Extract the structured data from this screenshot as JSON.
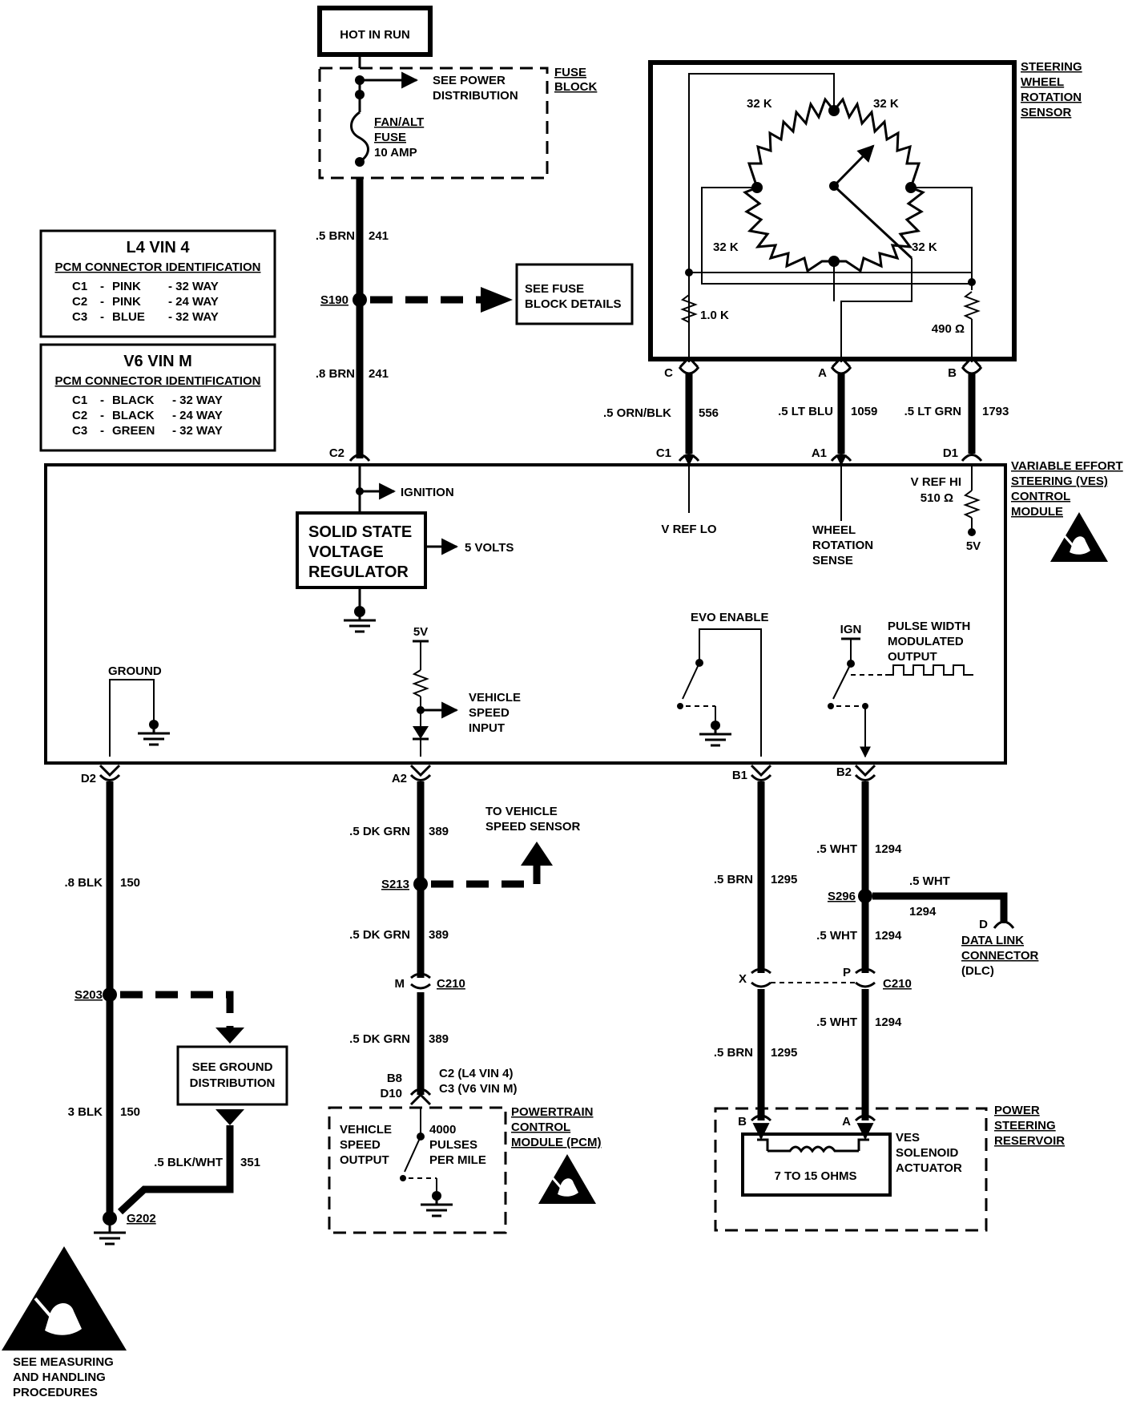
{
  "power": {
    "hot_in_run": "HOT IN RUN",
    "fuse_block": [
      "FUSE",
      "BLOCK"
    ],
    "see_power_distribution": [
      "SEE POWER",
      "DISTRIBUTION"
    ],
    "fuse": [
      "FAN/ALT",
      "FUSE",
      "10 AMP"
    ]
  },
  "wires": {
    "brn_241_upper": ".5 BRN",
    "circuit_241_upper": "241",
    "splice_s190": "S190",
    "see_fuse_block_details": [
      "SEE FUSE",
      "BLOCK DETAILS"
    ],
    "brn_241_lower": ".8 BRN",
    "circuit_241_lower": "241",
    "conn_c2": "C2",
    "orn_blk": ".5 ORN/BLK",
    "circuit_556": "556",
    "lt_blu": ".5 LT BLU",
    "circuit_1059": "1059",
    "lt_grn": ".5 LT GRN",
    "circuit_1793": "1793",
    "conn_c1": "C1",
    "conn_a1": "A1",
    "conn_d1": "D1",
    "sensor_pin_c": "C",
    "sensor_pin_a": "A",
    "sensor_pin_b": "B",
    "conn_d2": "D2",
    "conn_a2": "A2",
    "conn_b1": "B1",
    "conn_b2": "B2",
    "blk_150_upper": ".8 BLK",
    "circuit_150_upper": "150",
    "splice_s203": "S203",
    "blk_150_lower": "3 BLK",
    "circuit_150_lower": "150",
    "blk_wht": ".5 BLK/WHT",
    "circuit_351": "351",
    "ground_g202": "G202",
    "see_ground_distribution": [
      "SEE GROUND",
      "DISTRIBUTION"
    ],
    "dk_grn_1": ".5 DK GRN",
    "circuit_389_1": "389",
    "to_vss": [
      "TO VEHICLE",
      "SPEED SENSOR"
    ],
    "splice_s213": "S213",
    "dk_grn_2": ".5 DK GRN",
    "circuit_389_2": "389",
    "c210_m": "M",
    "c210_label_left": "C210",
    "dk_grn_3": ".5 DK GRN",
    "circuit_389_3": "389",
    "pcm_pins": [
      "B8",
      "D10"
    ],
    "pcm_conns": [
      "C2  (L4  VIN 4)",
      "C3  (V6  VIN M)"
    ],
    "brn_1295_upper": ".5 BRN",
    "circuit_1295_upper": "1295",
    "wht_1294_1": ".5 WHT",
    "circuit_1294_1": "1294",
    "splice_s296": "S296",
    "wht_dlc": ".5 WHT",
    "circuit_1294_dlc": "1294",
    "dlc_pin": "D",
    "dlc_label": [
      "DATA LINK",
      "CONNECTOR",
      "(DLC)"
    ],
    "wht_1294_2": ".5 WHT",
    "circuit_1294_2": "1294",
    "c210_x": "X",
    "c210_p": "P",
    "c210_label_right": "C210",
    "wht_1294_3": ".5 WHT",
    "circuit_1294_3": "1294",
    "brn_1295_lower": ".5 BRN",
    "circuit_1295_lower": "1295",
    "reservoir_pin_b": "B",
    "reservoir_pin_a": "A"
  },
  "pcm_tables": [
    {
      "title": "L4  VIN 4",
      "subtitle": "PCM CONNECTOR IDENTIFICATION",
      "rows": [
        [
          "C1",
          "-",
          "PINK",
          "- 32 WAY"
        ],
        [
          "C2",
          "-",
          "PINK",
          "- 24 WAY"
        ],
        [
          "C3",
          "-",
          "BLUE",
          "- 32 WAY"
        ]
      ]
    },
    {
      "title": "V6  VIN M",
      "subtitle": "PCM CONNECTOR IDENTIFICATION",
      "rows": [
        [
          "C1",
          "-",
          "BLACK",
          "- 32 WAY"
        ],
        [
          "C2",
          "-",
          "BLACK",
          "- 24 WAY"
        ],
        [
          "C3",
          "-",
          "GREEN",
          "- 32 WAY"
        ]
      ]
    }
  ],
  "sensor": {
    "label": [
      "STEERING",
      "WHEEL",
      "ROTATION",
      "SENSOR"
    ],
    "r_top_left": "32 K",
    "r_top_right": "32 K",
    "r_bottom_left": "32 K",
    "r_bottom_right": "32 K",
    "r_c": "1.0 K",
    "r_b": "490 Ω"
  },
  "ves_module": {
    "label": [
      "VARIABLE EFFORT",
      "STEERING (VES)",
      "CONTROL",
      "MODULE"
    ],
    "ignition": "IGNITION",
    "regulator": [
      "SOLID STATE",
      "VOLTAGE",
      "REGULATOR"
    ],
    "five_volts": "5 VOLTS",
    "v_ref_lo": "V REF LO",
    "wheel_rotation_sense": [
      "WHEEL",
      "ROTATION",
      "SENSE"
    ],
    "v_ref_hi": [
      "V REF HI",
      "510 Ω"
    ],
    "five_v_right": "5V",
    "ground": "GROUND",
    "five_v_vss": "5V",
    "vehicle_speed_input": [
      "VEHICLE",
      "SPEED",
      "INPUT"
    ],
    "evo_enable": "EVO ENABLE",
    "ign": "IGN",
    "pwm_output": [
      "PULSE WIDTH",
      "MODULATED",
      "OUTPUT"
    ]
  },
  "pcm_box": {
    "vehicle_speed_output": [
      "VEHICLE",
      "SPEED",
      "OUTPUT"
    ],
    "pulses": [
      "4000",
      "PULSES",
      "PER MILE"
    ],
    "label": [
      "POWERTRAIN",
      "CONTROL",
      "MODULE (PCM)"
    ]
  },
  "reservoir": {
    "label": [
      "POWER",
      "STEERING",
      "RESERVOIR"
    ],
    "resistance": "7 TO 15 OHMS",
    "actuator": [
      "VES",
      "SOLENOID",
      "ACTUATOR"
    ]
  },
  "esd_note": [
    "SEE MEASURING",
    "AND HANDLING",
    "PROCEDURES"
  ]
}
